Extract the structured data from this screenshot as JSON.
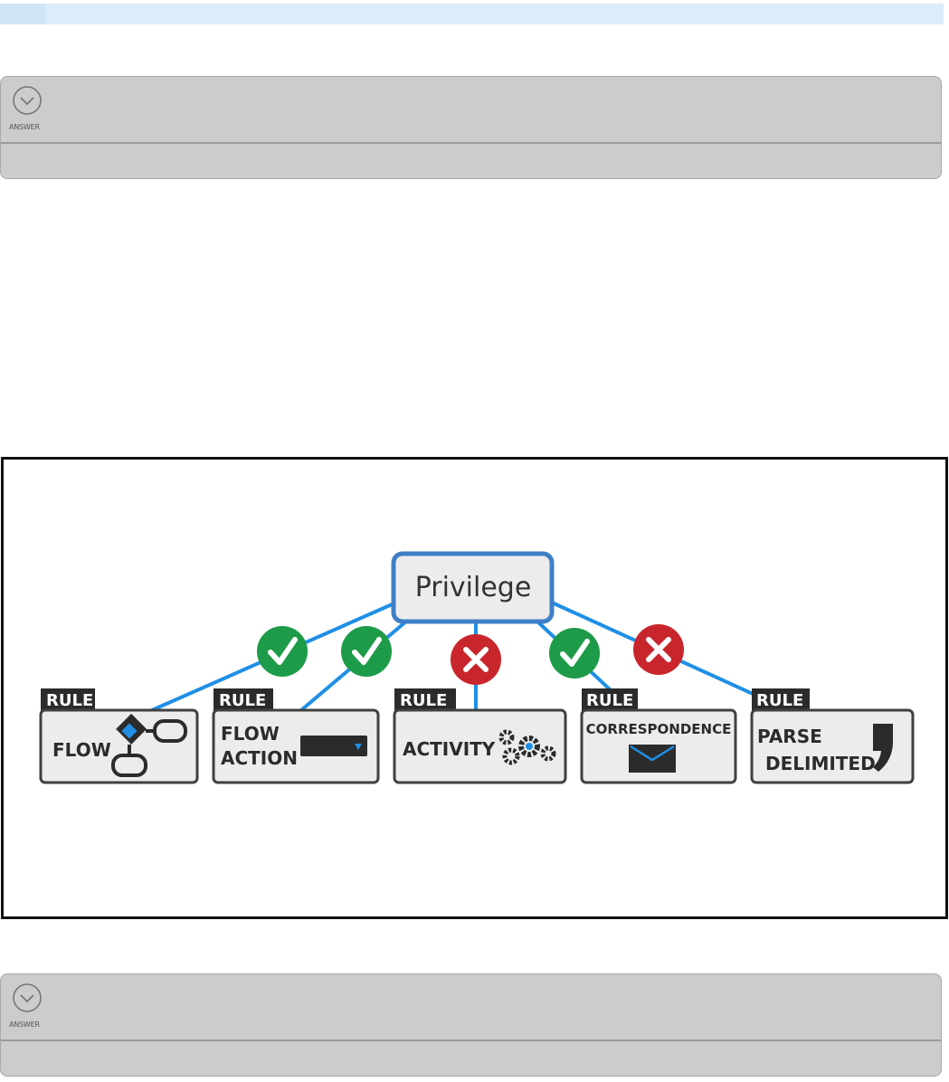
{
  "answer_panels": [
    {
      "label": "ANSWER"
    },
    {
      "label": "ANSWER"
    }
  ],
  "diagram": {
    "root": "Privilege",
    "tag": "RULE",
    "colors": {
      "line": "#1f8fe6",
      "allowed": "#1e9b48",
      "denied": "#c9252c",
      "card": "#ececec",
      "card_border": "#404040"
    },
    "rules": [
      {
        "lines": [
          "FLOW"
        ],
        "status": "allowed",
        "icon": "flowchart-icon"
      },
      {
        "lines": [
          "FLOW",
          "ACTION"
        ],
        "status": "allowed",
        "icon": "dropdown-bar-icon"
      },
      {
        "lines": [
          "ACTIVITY"
        ],
        "status": "denied",
        "icon": "gears-icon"
      },
      {
        "lines": [
          "CORRESPONDENCE"
        ],
        "status": "allowed",
        "icon": "envelope-icon"
      },
      {
        "lines": [
          "PARSE",
          "DELIMITED"
        ],
        "status": "denied",
        "icon": "comma-icon"
      }
    ]
  }
}
